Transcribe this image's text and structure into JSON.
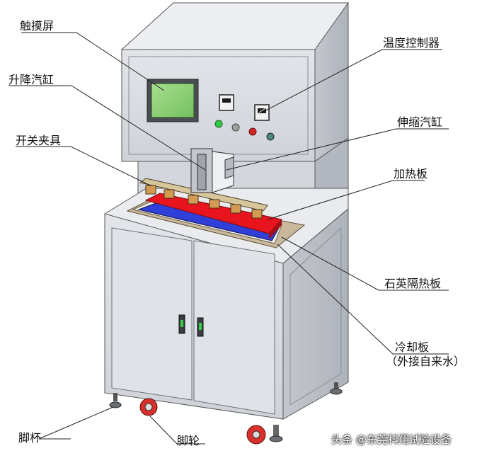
{
  "labels": {
    "touchscreen": "触摸屏",
    "lift_cylinder": "升降汽缸",
    "switch_fixture": "开关夹具",
    "temp_controller": "温度控制器",
    "telescopic_cylinder": "伸缩汽缸",
    "heating_plate": "加热板",
    "quartz_insulation": "石英隔热板",
    "cooling_plate": "冷却板",
    "cooling_note": "（外接自来水）",
    "foot_cup": "脚杯",
    "caster": "脚轮"
  },
  "watermark": "头条 @东莞科翔试验设备",
  "colors": {
    "body": "#d9dbe0",
    "body_shade": "#b9bcc4",
    "heater": "#e8141e",
    "cooling": "#2f3fd8",
    "screen": "#8fd27a",
    "caster": "#d9302c"
  }
}
